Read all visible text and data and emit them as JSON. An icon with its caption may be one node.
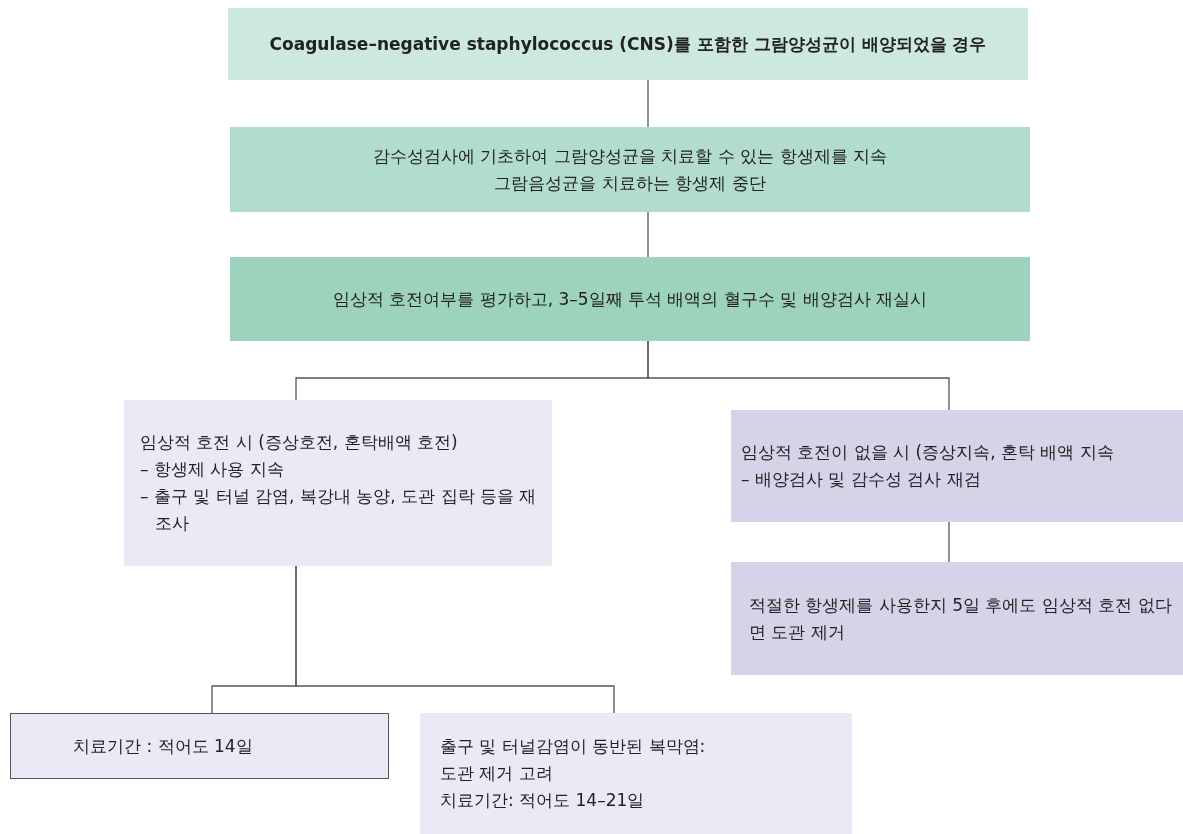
{
  "diagram": {
    "nodes": [
      {
        "text": [
          "Coagulase–negative staphylococcus (CNS)를 포함한 그람양성균이 배양되었을 경우"
        ]
      },
      {
        "text": [
          "감수성검사에 기초하여 그람양성균을 치료할 수 있는 항생제를 지속",
          "그람음성균을 치료하는 항생제 중단"
        ]
      },
      {
        "text": [
          "임상적 호전여부를 평가하고, 3–5일째  투석 배액의 혈구수 및 배양검사 재실시"
        ]
      },
      {
        "text": [
          "임상적 호전 시 (증상호전, 혼탁배액 호전)",
          "– 항생제 사용 지속",
          "– 출구 및 터널 감염, 복강내 농양, 도관 집락 등을 재조사"
        ]
      },
      {
        "text": [
          "임상적 호전이 없을 시 (증상지속, 혼탁 배액 지속",
          "– 배양검사 및 감수성 검사 재검"
        ]
      },
      {
        "text": [
          "적절한 항생제를 사용한지 5일 후에도 임상적 호전 없다면 도관 제거"
        ]
      },
      {
        "text": [
          "치료기간 : 적어도 14일"
        ]
      },
      {
        "text": [
          "출구 및 터널감염이 동반된 복막염:",
          "도관 제거 고려",
          "치료기간: 적어도 14–21일"
        ]
      }
    ],
    "edges": [
      {
        "from": 0,
        "to": 1,
        "arrow": "none"
      },
      {
        "from": 1,
        "to": 2,
        "arrow": "none"
      },
      {
        "from": 2,
        "to": 3,
        "arrow": "none"
      },
      {
        "from": 2,
        "to": 4,
        "arrow": "none"
      },
      {
        "from": 3,
        "to": 6,
        "arrow": "none"
      },
      {
        "from": 3,
        "to": 7,
        "arrow": "none"
      },
      {
        "from": 4,
        "to": 5,
        "arrow": "none"
      }
    ]
  }
}
